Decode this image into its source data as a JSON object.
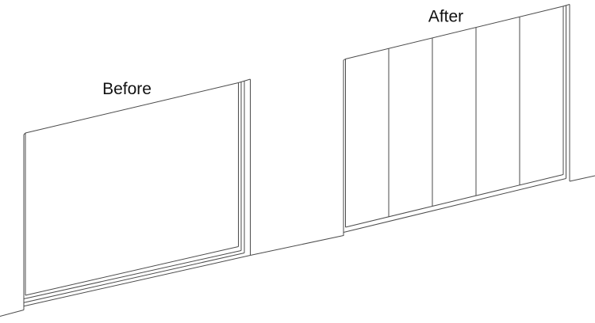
{
  "diagram": {
    "type": "cad-elevation-line-drawing",
    "background_color": "#ffffff",
    "line_color": "#4b4b4b",
    "label_color": "#111111",
    "before": {
      "label": "Before",
      "panel_count": 1,
      "description": "single wide wall panel with bottom track rails and right post"
    },
    "after": {
      "label": "After",
      "panel_count": 5,
      "description": "same wall divided into five vertical panels with bottom rail and right post"
    }
  }
}
